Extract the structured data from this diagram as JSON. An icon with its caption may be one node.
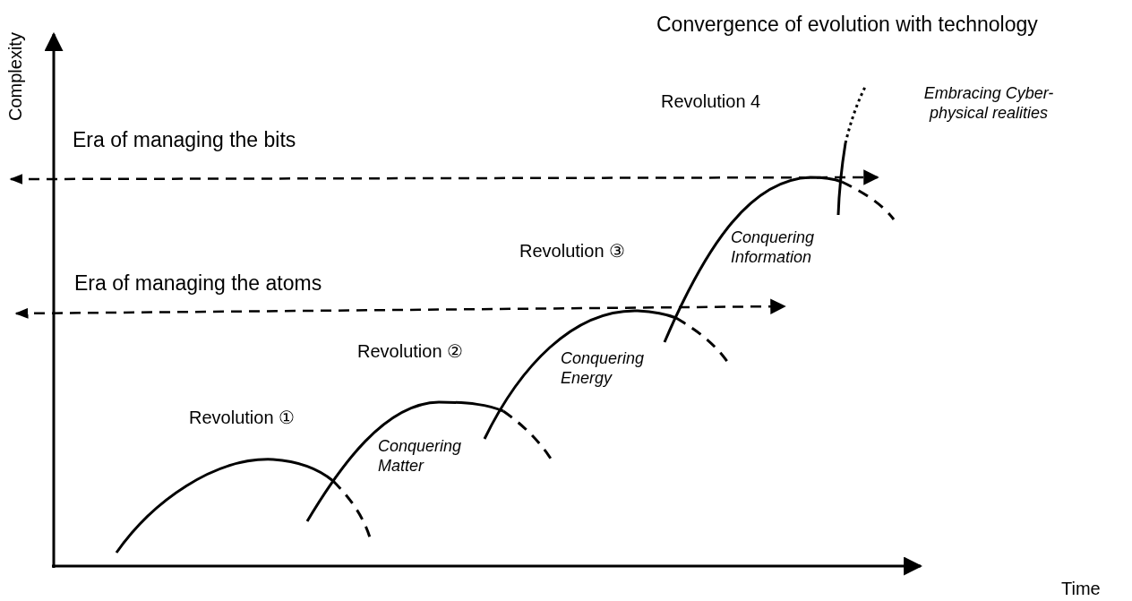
{
  "diagram": {
    "title": "Convergence of evolution with technology",
    "labels": [
      "Complexity",
      "Era of managing the bits",
      "Era of managing the atoms",
      "Revolution 4",
      "Embracing Cyber-physical realities",
      "Revolution ③",
      "Conquering Information",
      "Revolution ②",
      "Conquering Energy",
      "Revolution ①",
      "Conquering Matter",
      "Time"
    ]
  }
}
